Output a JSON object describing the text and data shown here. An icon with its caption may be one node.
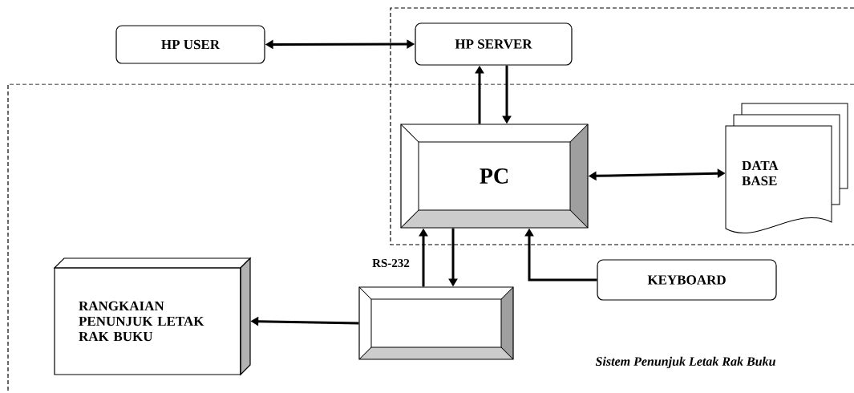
{
  "diagram": {
    "nodes": [
      {
        "text": [
          "HP USER"
        ]
      },
      {
        "text": [
          "HP SERVER"
        ]
      },
      {
        "text": [
          "PC"
        ]
      },
      {
        "text": [
          "DATA BASE"
        ]
      },
      {
        "text": [
          "KEYBOARD"
        ]
      },
      {
        "text": [],
        "shape": "box"
      },
      {
        "text": [
          "RANGKAIAN PENUNJUK LETAK RAK BUKU"
        ]
      }
    ],
    "edges": [
      {
        "from": 0,
        "to": 1,
        "arrow": "both"
      },
      {
        "from": 2,
        "to": 1,
        "arrow": "to"
      },
      {
        "from": 1,
        "to": 2,
        "arrow": "to"
      },
      {
        "from": 2,
        "to": 3,
        "arrow": "both"
      },
      {
        "from": 5,
        "to": 2,
        "arrow": "to",
        "label": "RS-232"
      },
      {
        "from": 2,
        "to": 5,
        "arrow": "to"
      },
      {
        "from": 4,
        "to": 2,
        "arrow": "to"
      },
      {
        "from": 5,
        "to": 6,
        "arrow": "to"
      }
    ],
    "labels": [
      "Sistem Penunjuk Letak Rak Buku"
    ]
  }
}
